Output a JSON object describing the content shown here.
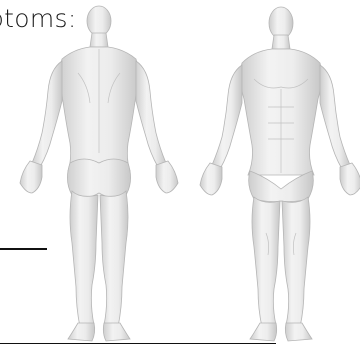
{
  "form": {
    "symptoms_heading": "ptoms:"
  },
  "body_diagram": {
    "figures": [
      {
        "view": "back",
        "icon": "human-body-back-icon"
      },
      {
        "view": "front",
        "icon": "human-body-front-icon"
      }
    ],
    "fill_color": "#e4e4e4",
    "outline_color": "#b8b8b8"
  }
}
